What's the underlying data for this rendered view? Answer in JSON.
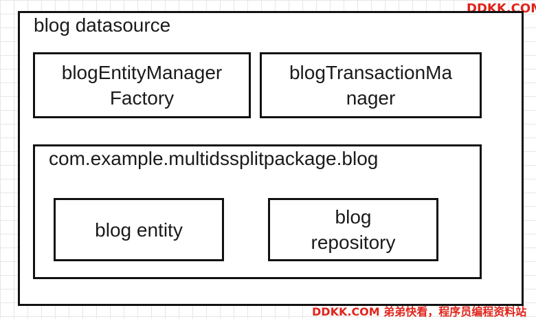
{
  "diagram": {
    "outer": {
      "title": "blog datasource"
    },
    "entity_manager": {
      "line1": "blogEntityManager",
      "line2": "Factory"
    },
    "transaction_manager": {
      "line1": "blogTransactionMa",
      "line2": "nager"
    },
    "package": {
      "title": "com.example.multidssplitpackage.blog",
      "entity": {
        "label": "blog entity"
      },
      "repository": {
        "line1": "blog",
        "line2": "repository"
      }
    }
  },
  "watermark": {
    "top_right": "DDKK.COM",
    "bottom": "DDKK.COM 弟弟快看，程序员编程资料站"
  },
  "colors": {
    "border": "#111111",
    "text": "#1a1a1a",
    "watermark": "#e0241b",
    "grid": "#e6e6e6"
  }
}
